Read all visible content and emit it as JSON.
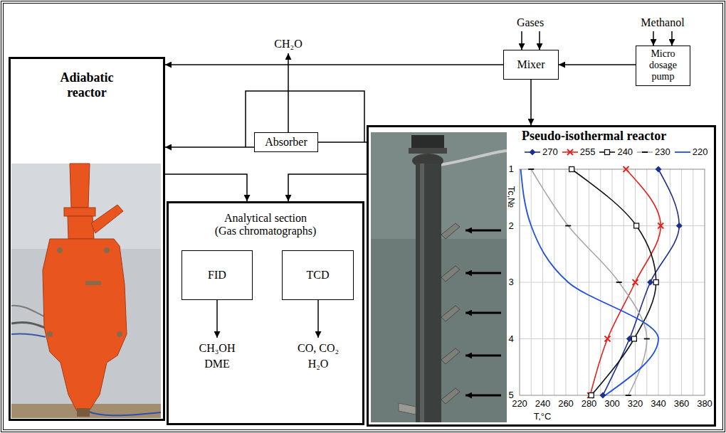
{
  "diagram": {
    "nodes": [
      {
        "text": [
          "Adiabatic reactor"
        ]
      },
      {
        "text": [
          "Mixer"
        ]
      },
      {
        "text": [
          "Micro dosage pump"
        ]
      },
      {
        "text": [
          "Absorber"
        ]
      },
      {
        "text": [
          "Analytical section (Gas chromatographs)"
        ]
      },
      {
        "text": [
          "FID"
        ],
        "in": 4
      },
      {
        "text": [
          "TCD"
        ],
        "in": 4
      },
      {
        "text": [
          "Pseudo-isothermal reactor"
        ]
      }
    ],
    "edges": [
      {
        "from": 2,
        "to": 1,
        "arrow": "to"
      },
      {
        "from": 1,
        "to": 0,
        "arrow": "to"
      },
      {
        "from": 1,
        "to": 7,
        "arrow": "to"
      },
      {
        "from": 7,
        "to": 3,
        "arrow": "none"
      },
      {
        "from": 3,
        "to": 0,
        "arrow": "to"
      },
      {
        "from": 0,
        "to": 4,
        "arrow": "to"
      },
      {
        "from": 7,
        "to": 4,
        "arrow": "to"
      }
    ],
    "labels": [
      "CH₂O",
      "Gases",
      "Methanol",
      "CH₃OH",
      "DME",
      "CO, CO₂",
      "H₂O",
      "Tc,№",
      "1",
      "2",
      "3",
      "4",
      "5",
      "220",
      "240",
      "260",
      "280",
      "300",
      "320",
      "340",
      "360",
      "380",
      "T,°C"
    ],
    "legend": [
      {
        "text": "270"
      },
      {
        "text": "255"
      },
      {
        "text": "240"
      },
      {
        "text": "230"
      },
      {
        "text": "220"
      }
    ]
  }
}
